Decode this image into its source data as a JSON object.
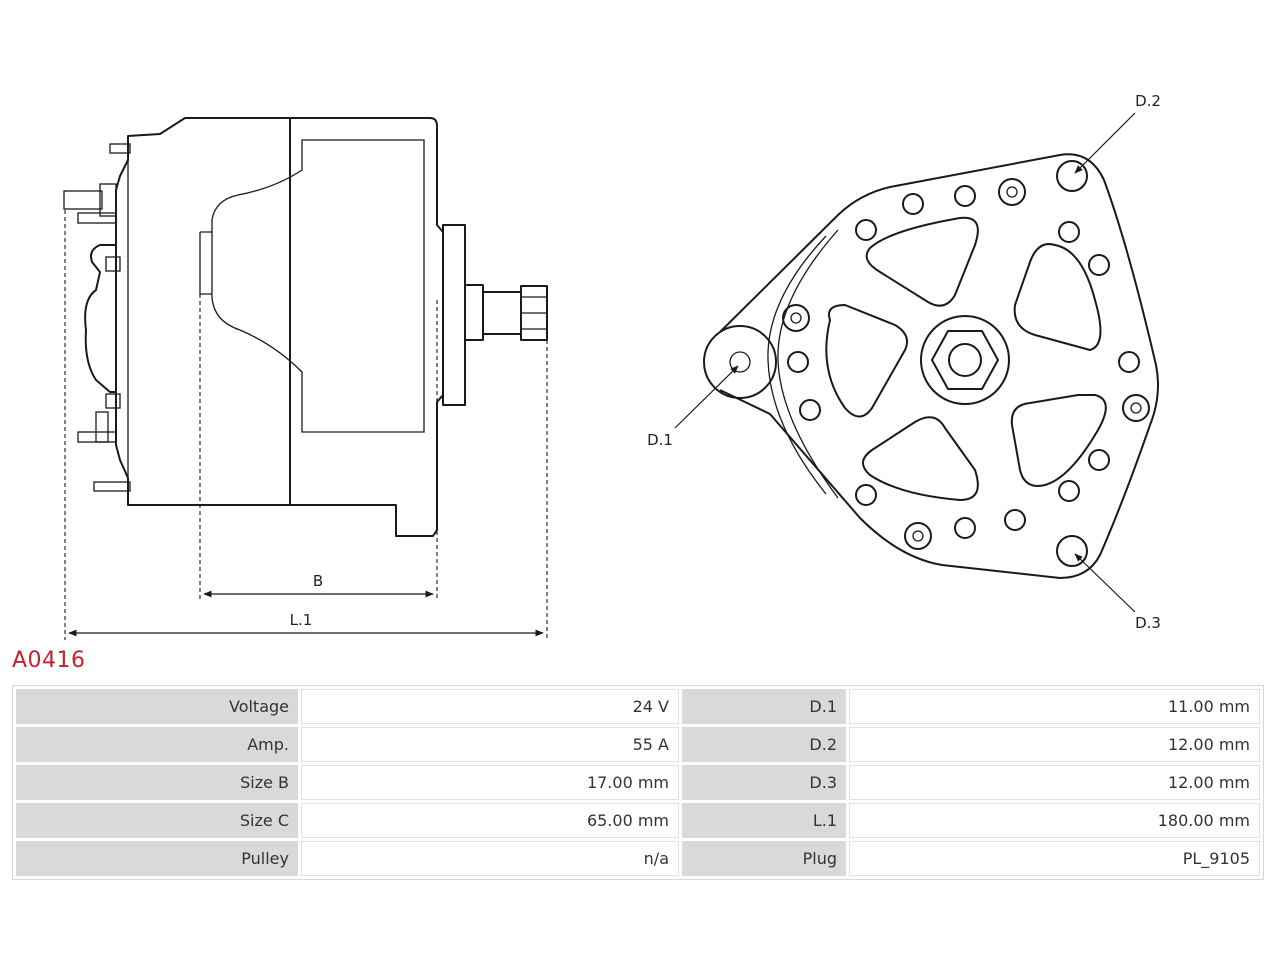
{
  "part_number": "A0416",
  "accent_color": "#c8202a",
  "diagram": {
    "dimension_labels": {
      "b": "B",
      "l1": "L.1",
      "d1": "D.1",
      "d2": "D.2",
      "d3": "D.3"
    }
  },
  "specs": [
    {
      "left_label": "Voltage",
      "left_value": "24 V",
      "right_label": "D.1",
      "right_value": "11.00 mm"
    },
    {
      "left_label": "Amp.",
      "left_value": "55 A",
      "right_label": "D.2",
      "right_value": "12.00 mm"
    },
    {
      "left_label": "Size B",
      "left_value": "17.00 mm",
      "right_label": "D.3",
      "right_value": "12.00 mm"
    },
    {
      "left_label": "Size C",
      "left_value": "65.00 mm",
      "right_label": "L.1",
      "right_value": "180.00 mm"
    },
    {
      "left_label": "Pulley",
      "left_value": "n/a",
      "right_label": "Plug",
      "right_value": "PL_9105"
    }
  ]
}
